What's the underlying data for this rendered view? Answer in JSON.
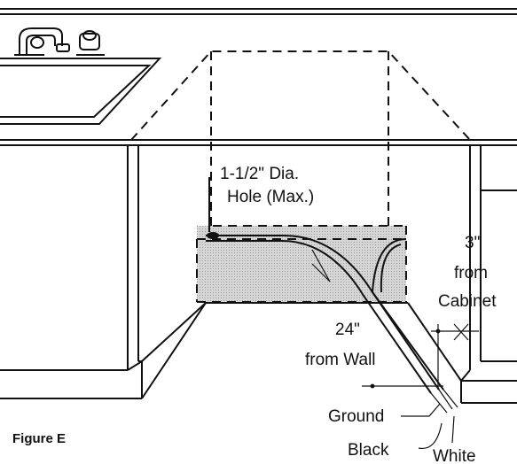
{
  "labels": {
    "hole_line1": "1-1/2\" Dia.",
    "hole_line2": "Hole (Max.)",
    "cabinet_line1": "3\"",
    "cabinet_line2": "from",
    "cabinet_line3": "Cabinet",
    "wall_line1": "24\"",
    "wall_line2": "from Wall",
    "ground": "Ground",
    "black": "Black",
    "white": "White"
  },
  "caption": "Figure E"
}
